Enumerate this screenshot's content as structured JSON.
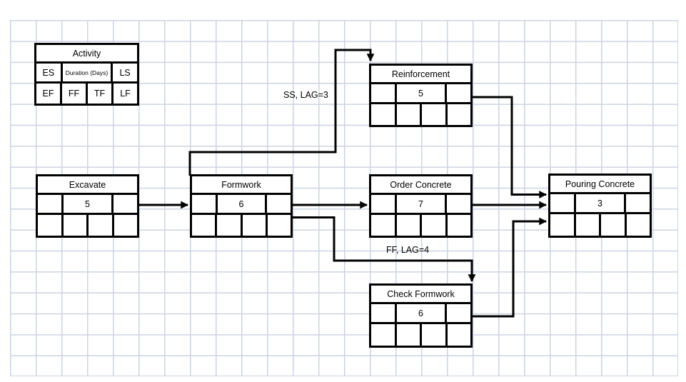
{
  "legend": {
    "title": "Activity",
    "row2": {
      "left": "ES",
      "center": "Duration (Days)",
      "right": "LS"
    },
    "row3": {
      "c1": "EF",
      "c2": "FF",
      "c3": "TF",
      "c4": "LF"
    }
  },
  "activities": {
    "excavate": {
      "name": "Excavate",
      "duration": "5"
    },
    "formwork": {
      "name": "Formwork",
      "duration": "6"
    },
    "reinforcement": {
      "name": "Reinforcement",
      "duration": "5"
    },
    "order_concrete": {
      "name": "Order Concrete",
      "duration": "7"
    },
    "check_formwork": {
      "name": "Check Formwork",
      "duration": "6"
    },
    "pouring_concrete": {
      "name": "Pouring Concrete",
      "duration": "3"
    }
  },
  "edges": {
    "ss_label": "SS, LAG=3",
    "ff_label": "FF, LAG=4"
  },
  "colors": {
    "grid_line": "#ccd3e3",
    "box_border": "#000000",
    "background": "#ffffff"
  }
}
